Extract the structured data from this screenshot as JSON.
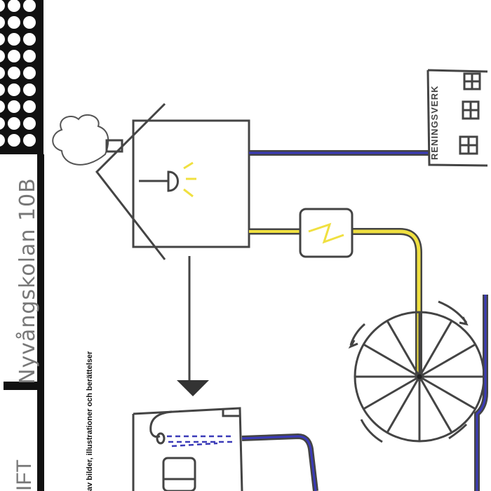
{
  "header": {
    "school_label": "Nyvångskolan 10B",
    "partial_title": "IFT",
    "caption": "av bilder, illustrationer och berättelser"
  },
  "diagram": {
    "treatment_plant_label": "RENINGSVERK"
  },
  "colors": {
    "ink": "#444444",
    "water": "#3a3ab8",
    "electricity": "#f0e040",
    "strip": "#111111"
  }
}
